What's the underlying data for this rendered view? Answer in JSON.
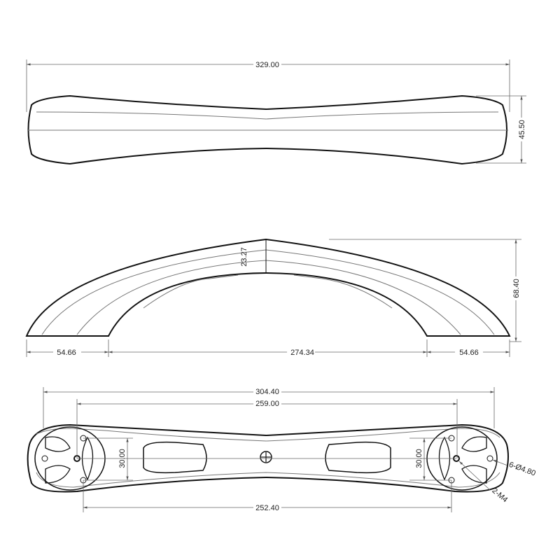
{
  "top_view": {
    "overall_length": "329.00",
    "width": "45.50"
  },
  "side_view": {
    "grip_thickness": "23.27",
    "height": "68.40",
    "left_foot": "54.66",
    "span": "274.34",
    "right_foot": "54.66"
  },
  "bottom_view": {
    "outer_length": "304.40",
    "hole_spacing_top": "259.00",
    "hole_spacing_bottom": "252.40",
    "left_hole_pitch": "30.00",
    "right_hole_pitch": "30.00",
    "hole_callout": "6-Ø4.80",
    "thread_callout": "2-M4"
  }
}
